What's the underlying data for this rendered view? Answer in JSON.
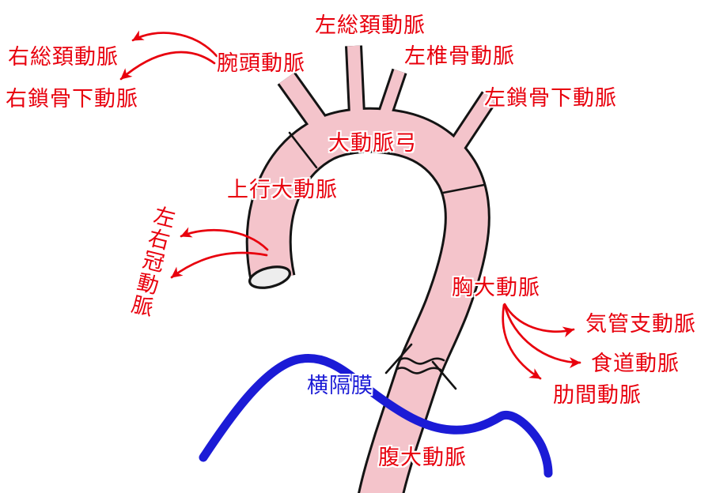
{
  "colors": {
    "label_red": "#e8000d",
    "diaphragm_blue": "#1b1bd6",
    "artery_fill": "#f4c4cb",
    "outline": "#141414",
    "lumen_gray": "#ededed",
    "background": "#ffffff"
  },
  "labels": {
    "left_common_carotid": "左総頚動脈",
    "right_common_carotid": "右総頚動脈",
    "brachiocephalic": "腕頭動脈",
    "left_vertebral": "左椎骨動脈",
    "right_subclavian": "右鎖骨下動脈",
    "left_subclavian": "左鎖骨下動脈",
    "aortic_arch": "大動脈弓",
    "ascending_aorta": "上行大動脈",
    "coronary": "左右冠動脈",
    "thoracic_aorta": "胸大動脈",
    "bronchial": "気管支動脈",
    "esophageal": "食道動脈",
    "intercostal": "肋間動脈",
    "diaphragm": "横隔膜",
    "abdominal_aorta": "腹大動脈"
  }
}
